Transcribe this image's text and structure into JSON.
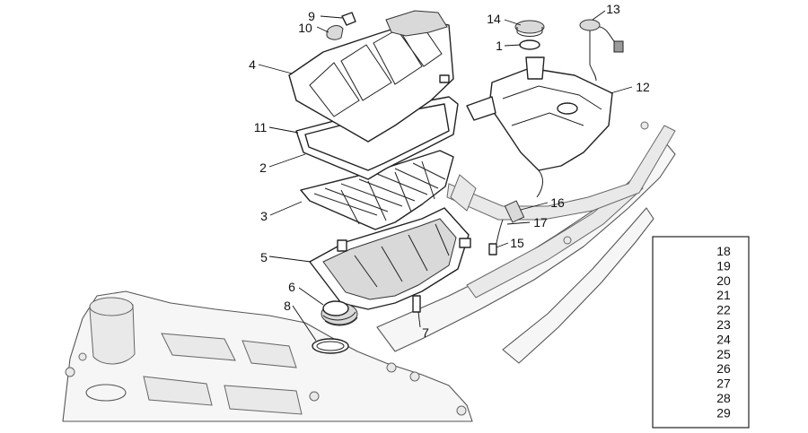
{
  "callouts": [
    {
      "id": "c9",
      "label": "9"
    },
    {
      "id": "c10",
      "label": "10"
    },
    {
      "id": "c4",
      "label": "4"
    },
    {
      "id": "c11",
      "label": "11"
    },
    {
      "id": "c2",
      "label": "2"
    },
    {
      "id": "c3",
      "label": "3"
    },
    {
      "id": "c5",
      "label": "5"
    },
    {
      "id": "c6",
      "label": "6"
    },
    {
      "id": "c8",
      "label": "8"
    },
    {
      "id": "c7",
      "label": "7"
    },
    {
      "id": "c14",
      "label": "14"
    },
    {
      "id": "c1",
      "label": "1"
    },
    {
      "id": "c13",
      "label": "13"
    },
    {
      "id": "c12",
      "label": "12"
    },
    {
      "id": "c16",
      "label": "16"
    },
    {
      "id": "c17",
      "label": "17"
    },
    {
      "id": "c15",
      "label": "15"
    }
  ],
  "legend": {
    "numbers": [
      "18",
      "19",
      "20",
      "21",
      "22",
      "23",
      "24",
      "25",
      "26",
      "27",
      "28",
      "29"
    ]
  }
}
